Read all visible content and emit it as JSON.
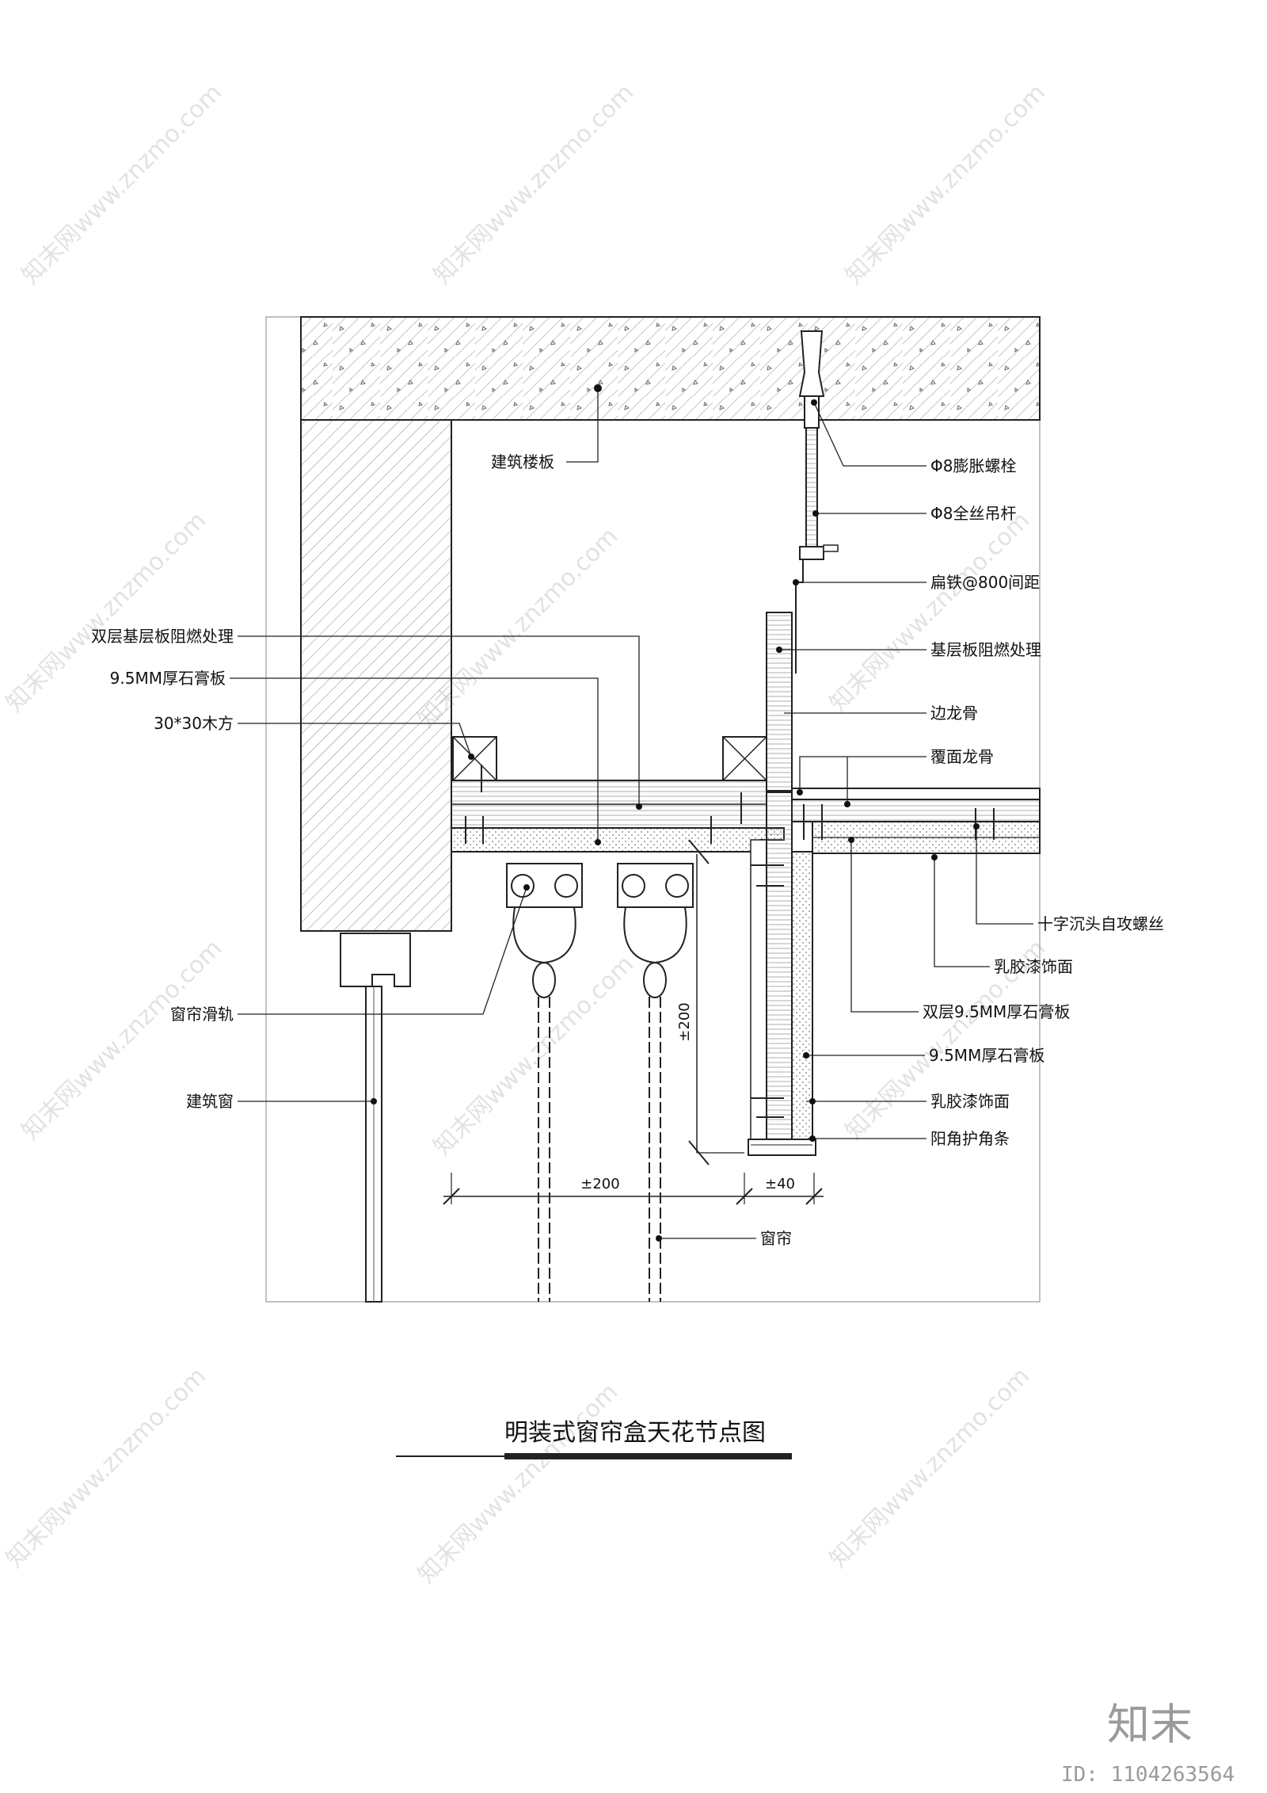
{
  "title": "明装式窗帘盒天花节点图",
  "labels": {
    "slab": "建筑楼板",
    "bolt": "Φ8膨胀螺栓",
    "rod": "Φ8全丝吊杆",
    "flat_iron": "扁铁@800间距",
    "base_board_fire": "基层板阻燃处理",
    "edge_keel": "边龙骨",
    "cover_keel": "覆面龙骨",
    "screw": "十字沉头自攻螺丝",
    "latex_paint_1": "乳胶漆饰面",
    "double_gypsum": "双层9.5MM厚石膏板",
    "gypsum_right": "9.5MM厚石膏板",
    "latex_paint_2": "乳胶漆饰面",
    "corner_guard": "阳角护角条",
    "double_base_board": "双层基层板阻燃处理",
    "gypsum_left": "9.5MM厚石膏板",
    "wood": "30*30木方",
    "curtain_track": "窗帘滑轨",
    "window": "建筑窗",
    "curtain": "窗帘"
  },
  "dims": {
    "height": "±200",
    "width": "±200",
    "side": "±40"
  },
  "watermark": "知末网www.znzmo.com",
  "logo": "知末",
  "id_text": "ID: 1104263564"
}
